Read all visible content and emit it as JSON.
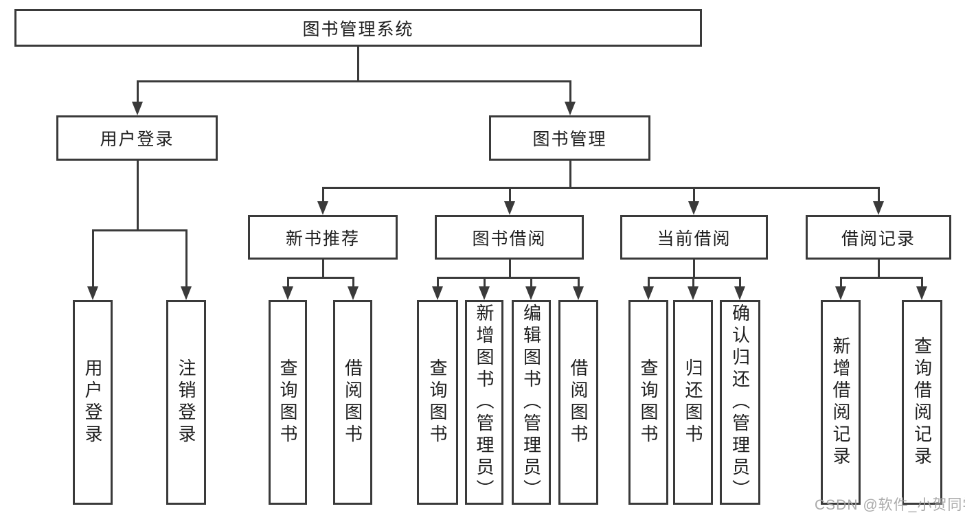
{
  "nodes": {
    "root": "图书管理系统",
    "level2": [
      "用户登录",
      "图书管理"
    ],
    "level3": [
      "新书推荐",
      "图书借阅",
      "当前借阅",
      "借阅记录"
    ],
    "leaves": [
      "用户登录",
      "注销登录",
      "查询图书",
      "借阅图书",
      "查询图书",
      "新增图书（管理员）",
      "编辑图书（管理员）",
      "借阅图书",
      "查询图书",
      "归还图书",
      "确认归还（管理员）",
      "新增借阅记录",
      "查询借阅记录"
    ]
  },
  "watermark": "CSDN @软件_小贺同学",
  "colors": {
    "line": "#3a3a3a",
    "text": "#1e1e1e",
    "watermark": "#a3a3a3",
    "background": "#ffffff"
  }
}
